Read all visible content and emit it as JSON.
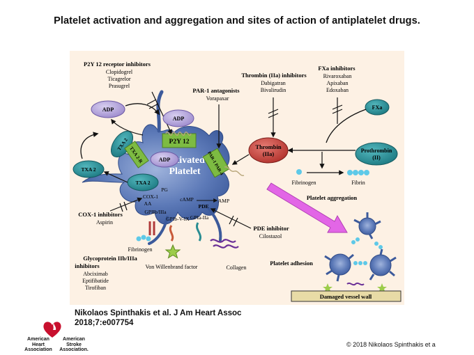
{
  "title": "Platelet activation and aggregation and sites of action of antiplatelet drugs.",
  "citation": {
    "line1": "Nikolaos Spinthakis et al. J Am Heart Assoc",
    "line2": "2018;7:e007754"
  },
  "copyright": "© 2018 Nikolaos Spinthakis et a",
  "logo": {
    "aha": "American Heart Association",
    "asa": "American Stroke Association."
  },
  "diagram": {
    "p2y12_inhibitors": {
      "head": "P2Y 12 receptor inhibitors",
      "drugs": [
        "Clopidogrel",
        "Ticagrelor",
        "Prasugrel"
      ]
    },
    "par1_antagonists": {
      "head": "PAR-1 antagonists",
      "drugs": [
        "Vorapaxar"
      ]
    },
    "thrombin_inhibitors": {
      "head": "Thrombin (IIa) inhibitors",
      "drugs": [
        "Dabigatran",
        "Bivalirudin"
      ]
    },
    "fxa_inhibitors": {
      "head": "FXa  inhibitors",
      "drugs": [
        "Rivaroxaban",
        "Apixaban",
        "Edoxaban"
      ]
    },
    "cox1_inhibitors": {
      "head": "COX-1  inhibitors",
      "drugs": [
        "Aspirin"
      ]
    },
    "pde_inhibitor": {
      "head": "PDE inhibitor",
      "drugs": [
        "Cilostazol"
      ]
    },
    "gp_inhibitors": {
      "head1": "Glycoprotein IIb/IIIa",
      "head2": "inhibitors",
      "drugs": [
        "Abciximab",
        "Eptifibatide",
        "Tirofiban"
      ]
    },
    "nodes": {
      "adp": "ADP",
      "txa2": "TXA 2",
      "txa2_r": "TXA 2-R",
      "p2y12": "P2Y 12",
      "par": "PAR-1 PAR-4",
      "thrombin_1": "Thrombin",
      "thrombin_2": "(IIa)",
      "fxa": "FXa",
      "prothrombin_1": "Prothrombin",
      "prothrombin_2": "(II)",
      "activated_1": "Activated",
      "activated_2": "Platelet"
    },
    "labels": {
      "pg": "PG",
      "cox1": "COX-1",
      "aa": "AA",
      "camp": "cAMP",
      "pde": "PDE",
      "amp": "AMP",
      "gpiib": "GPIIb/IIIa",
      "gpib": "GPIb-V-IX",
      "gpia": "GPIa-IIa",
      "fibrinogen_left": "Fibrinogen",
      "vwf": "Von Willenbrand factor",
      "collagen": "Collagen",
      "fibrinogen_right": "Fibrinogen",
      "fibrin": "Fibrin",
      "platelet_aggregation": "Platelet aggregation",
      "platelet_adhesion": "Platelet adhesion",
      "damaged_wall": "Damaged vessel wall"
    }
  },
  "colors": {
    "panel_bg": "#fdf1e4",
    "platelet": "#4f6fb0",
    "adp_oval": "#b7a8dc",
    "txa2_oval": "#1f8f9a",
    "receptor_green": "#7dbb42",
    "thrombin_red": "#c8413b",
    "fxa_teal": "#2a8d92",
    "arrow_magenta": "#e266e6",
    "wall": "#e8dba6"
  }
}
